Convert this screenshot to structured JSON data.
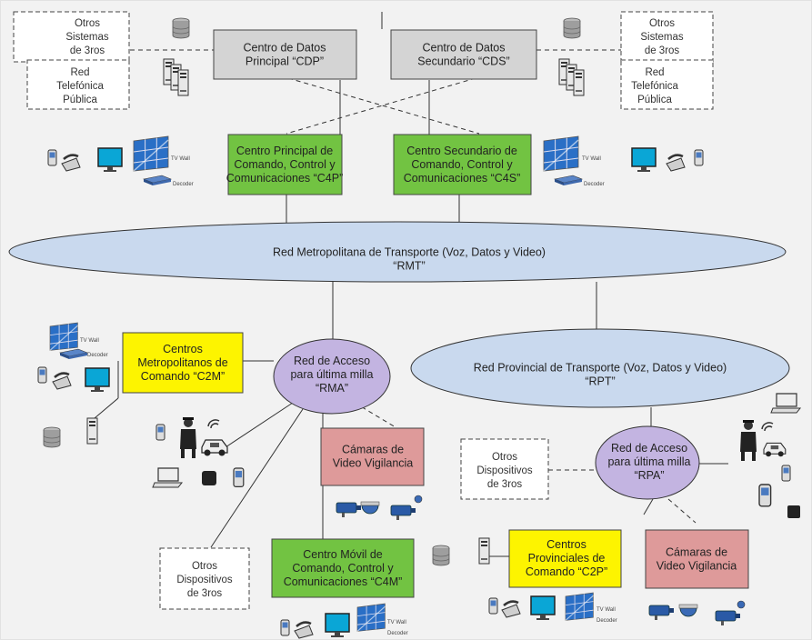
{
  "nodes": {
    "cdp": "Centro de Datos\nPrincipal “CDP”",
    "cds": "Centro de Datos\nSecundario “CDS”",
    "otros_left": "Otros\nSistemas\nde 3ros",
    "red_tel_left": "Red\nTelefónica\nPública",
    "otros_right": "Otros\nSistemas\nde 3ros",
    "red_tel_right": "Red\nTelefónica\nPública",
    "c4p": "Centro Principal de\nComando, Control y\nComunicaciones “C4P”",
    "c4s": "Centro Secundario de\nComando, Control y\nComunicaciones “C4S”",
    "rmt": "Red Metropolitana de Transporte (Voz, Datos y Video)\n“RMT”",
    "c2m": "Centros\nMetropolitanos de\nComando “C2M”",
    "rma": "Red de Acceso\npara última milla\n“RMA”",
    "rpt": "Red Provincial de Transporte (Voz, Datos y Video)\n“RPT”",
    "cam_left": "Cámaras de\nVideo Vigilancia",
    "otros_disp_left": "Otros\nDispositivos\nde 3ros",
    "c4m": "Centro Móvil de\nComando, Control y\nComunicaciones “C4M”",
    "otros_disp_right": "Otros\nDispositivos\nde 3ros",
    "rpa": "Red de Acceso\npara última milla\n“RPA”",
    "c2p": "Centros\nProvinciales de\nComando “C2P”",
    "cam_right": "Cámaras de\nVideo Vigilancia"
  },
  "icon_labels": {
    "tv_wall": "TV Wall",
    "decoder": "Decoder"
  },
  "colors": {
    "gray_box": "#d4d4d4",
    "green_box": "#72c342",
    "yellow_box": "#fdf400",
    "red_box": "#de9a9a",
    "blue_ellipse": "#c9d9ee",
    "purple_ellipse": "#c3b4e1"
  }
}
